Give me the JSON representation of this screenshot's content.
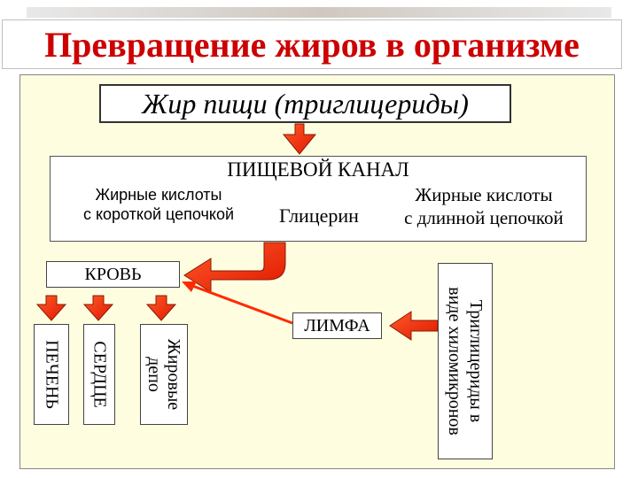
{
  "title": "Превращение жиров в организме",
  "food_fat": "Жир пищи (триглицериды)",
  "digestive_tract": {
    "title": "ПИЩЕВОЙ КАНАЛ",
    "fa_short_line1": "Жирные кислоты",
    "fa_short_line2": "с короткой цепочкой",
    "glycerol": "Глицерин",
    "fa_long_line1": "Жирные кислоты",
    "fa_long_line2": "с длинной цепочкой"
  },
  "blood": "КРОВЬ",
  "lymph": "ЛИМФА",
  "liver": "ПЕЧЕНЬ",
  "heart": "СЕРДЦЕ",
  "fat_depot_line1": "Жировые",
  "fat_depot_line2": "депо",
  "chylomicron_line1": "Триглицериды в",
  "chylomicron_line2": "виде хиломикронов",
  "colors": {
    "title_text": "#cc0000",
    "panel_bg": "#fffde0",
    "arrow_fill": "#ff2a00",
    "arrow_edge": "#8a1a00"
  }
}
